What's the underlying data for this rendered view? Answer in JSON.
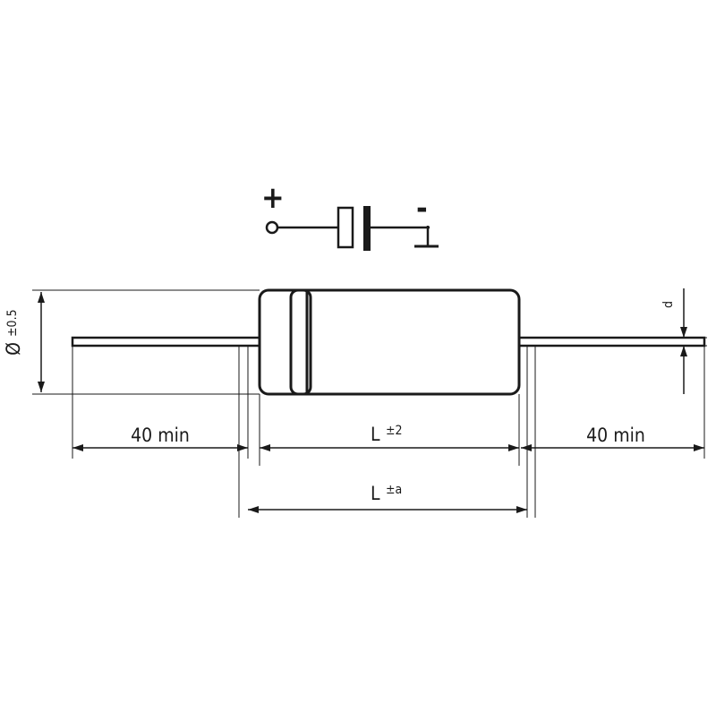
{
  "diagram": {
    "symbol": {
      "plus": "+",
      "minus": "-"
    },
    "dimensions": {
      "diameter": {
        "symbol": "Ø",
        "tolerance": "±0.5"
      },
      "lead_diameter": "d",
      "lead_left": "40 min",
      "lead_right": "40 min",
      "body_length": {
        "symbol": "L",
        "tolerance": "±2"
      },
      "overall_length": {
        "symbol": "L",
        "tolerance": "±a"
      }
    },
    "colors": {
      "line": "#1a1a1a",
      "background": "#ffffff"
    }
  }
}
